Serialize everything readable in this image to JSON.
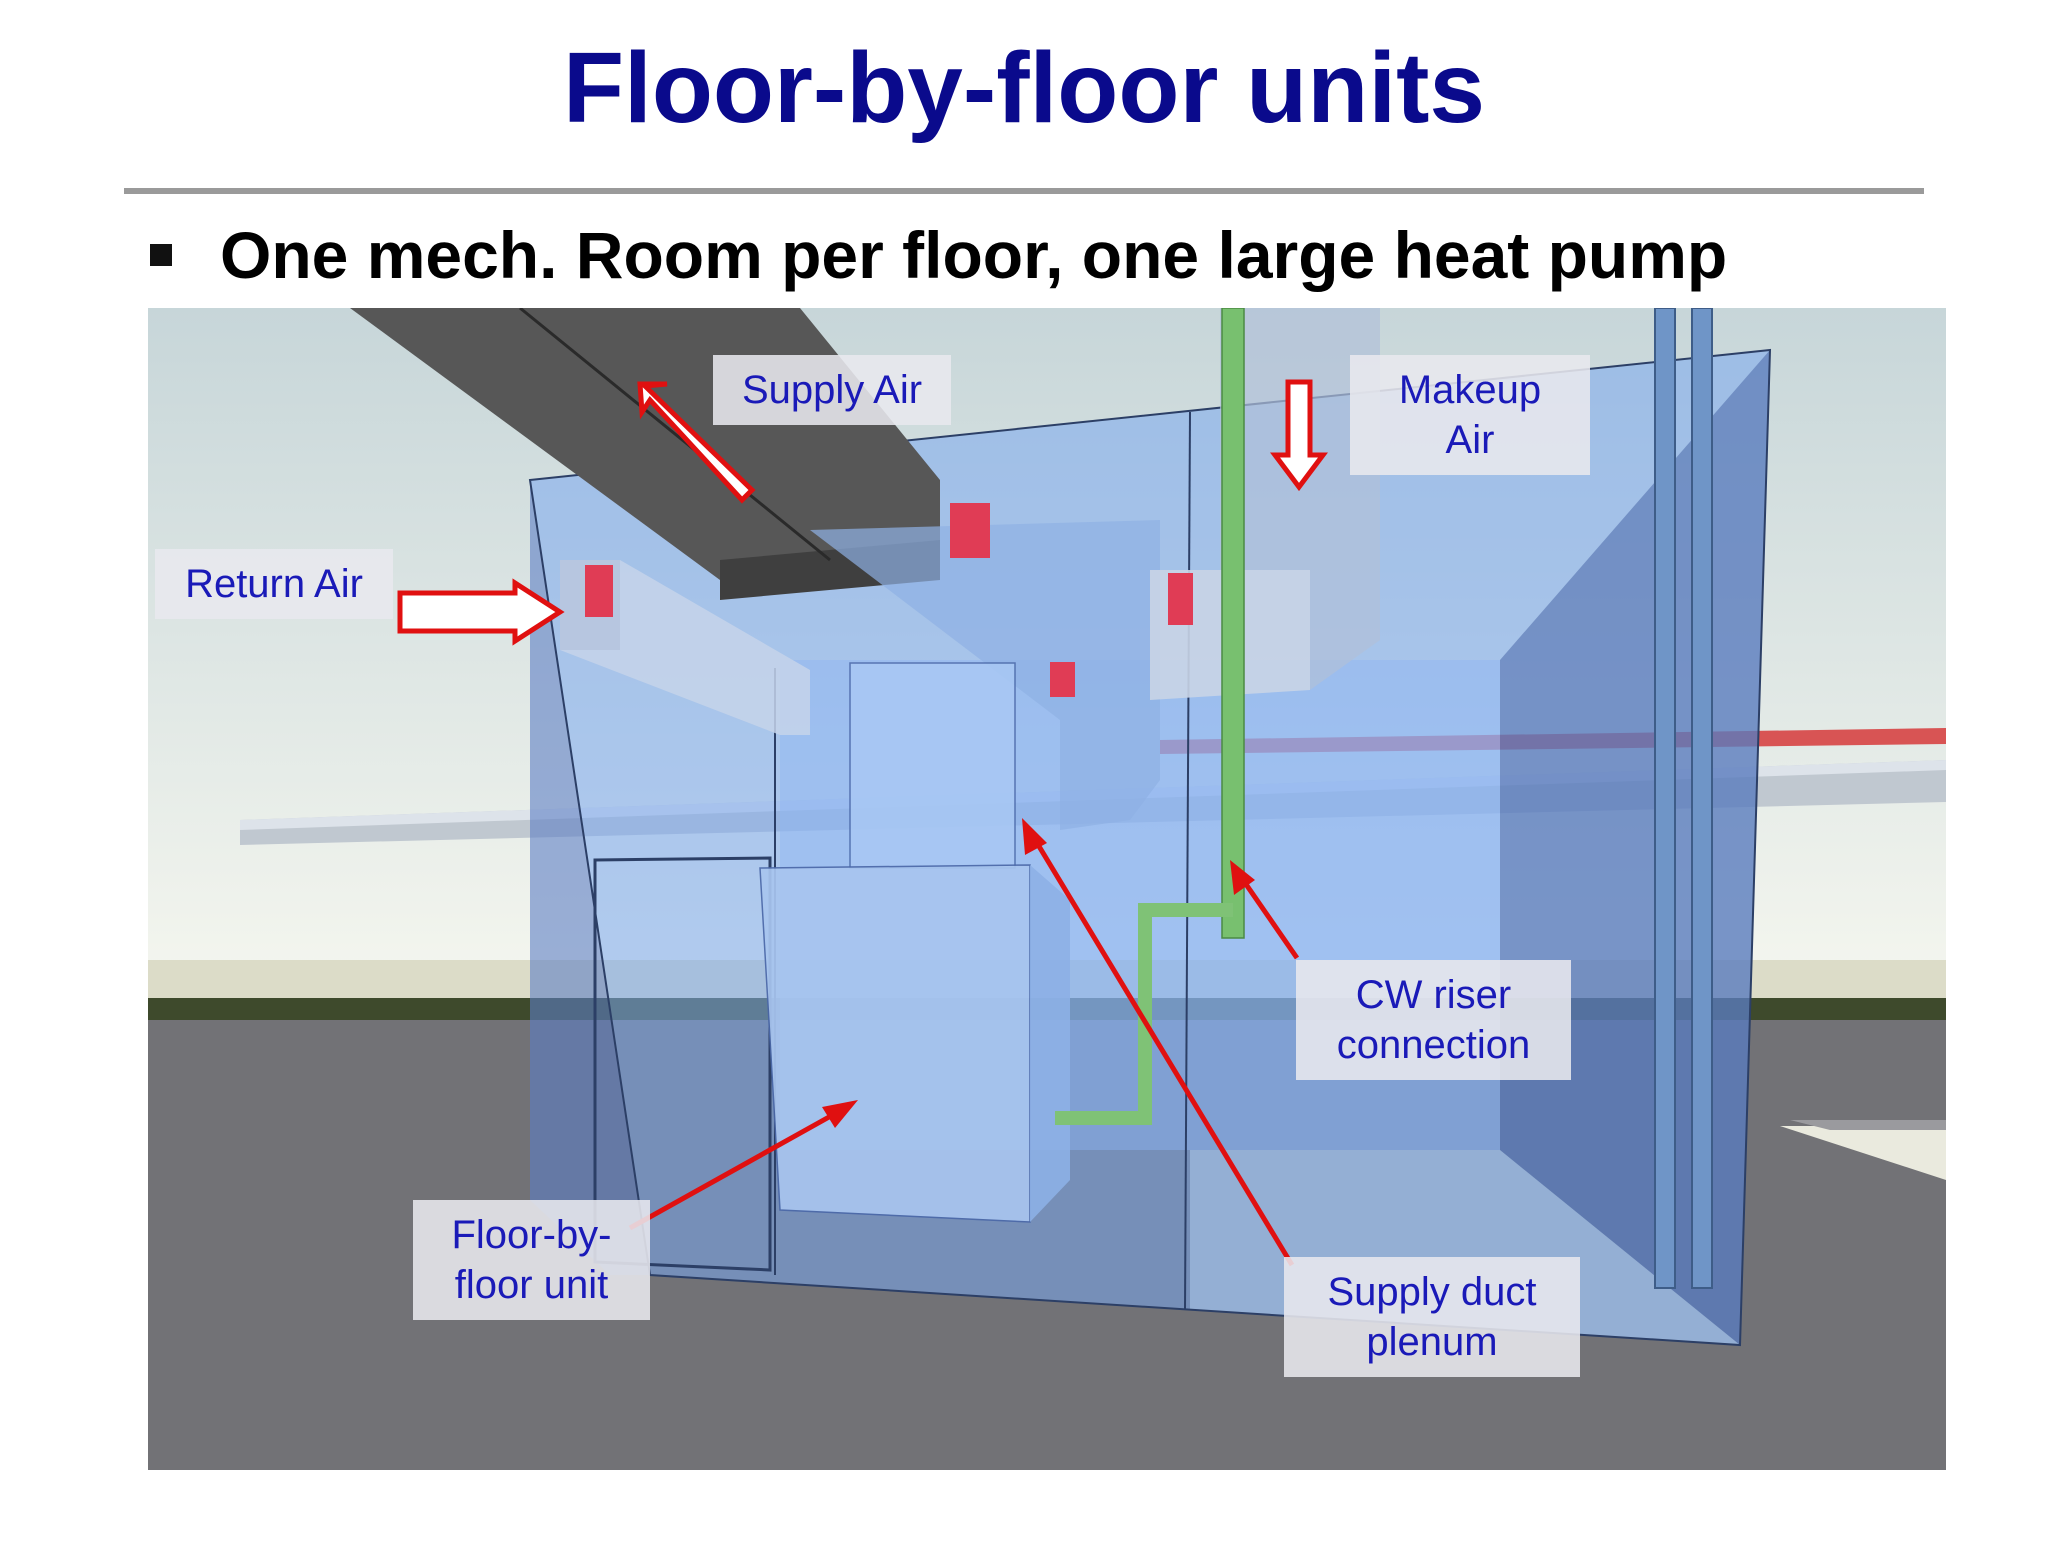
{
  "slide": {
    "title": "Floor-by-floor units",
    "bullet": "One mech. Room per floor, one large heat pump"
  },
  "labels": {
    "supply_air": "Supply Air",
    "makeup_air": "Makeup\nAir",
    "return_air": "Return Air",
    "cw_riser": "CW riser\nconnection",
    "floor_unit": "Floor-by-\nfloor unit",
    "supply_plenum": "Supply duct\nplenum"
  },
  "colors": {
    "title": "#0a0a8c",
    "label_text": "#1a1ab8",
    "arrow": "#e01010",
    "room_glass": "#7aa7ee"
  }
}
